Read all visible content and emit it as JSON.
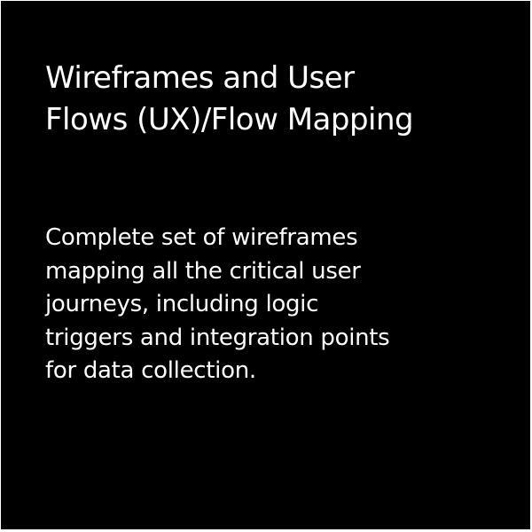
{
  "card": {
    "title_line1": "Wireframes and User",
    "title_line2": "Flows (UX)/Flow Mapping",
    "description_lines": [
      "Complete set of wireframes",
      "mapping all the critical user",
      "journeys, including logic",
      "triggers and integration points",
      "for data collection."
    ],
    "background_color": "#000000",
    "text_color": "#ffffff"
  }
}
